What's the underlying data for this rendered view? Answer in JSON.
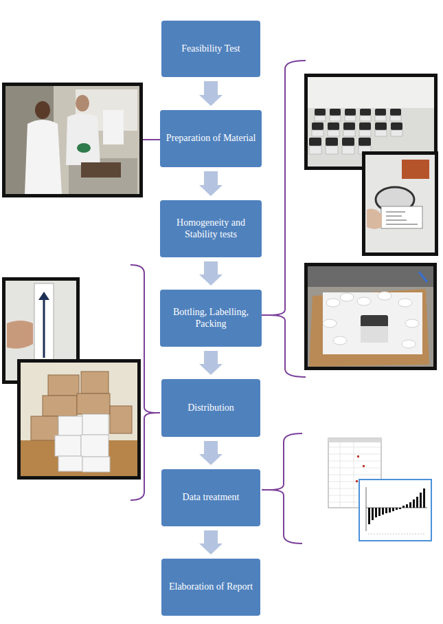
{
  "diagram": {
    "nodes": [
      {
        "text": [
          "Feasibility Test"
        ]
      },
      {
        "text": [
          "Preparation of Material"
        ]
      },
      {
        "text": [
          "Homogeneity and Stability tests"
        ]
      },
      {
        "text": [
          "Bottling, Labelling, Packing"
        ]
      },
      {
        "text": [
          "Distribution"
        ]
      },
      {
        "text": [
          "Data treatment"
        ]
      },
      {
        "text": [
          "Elaboration of Report"
        ]
      }
    ],
    "edges": [
      {
        "from": 0,
        "to": 1,
        "arrow": "to"
      },
      {
        "from": 1,
        "to": 2,
        "arrow": "to"
      },
      {
        "from": 2,
        "to": 3,
        "arrow": "to"
      },
      {
        "from": 3,
        "to": 4,
        "arrow": "to"
      },
      {
        "from": 4,
        "to": 5,
        "arrow": "to"
      },
      {
        "from": 5,
        "to": 6,
        "arrow": "to"
      }
    ]
  }
}
